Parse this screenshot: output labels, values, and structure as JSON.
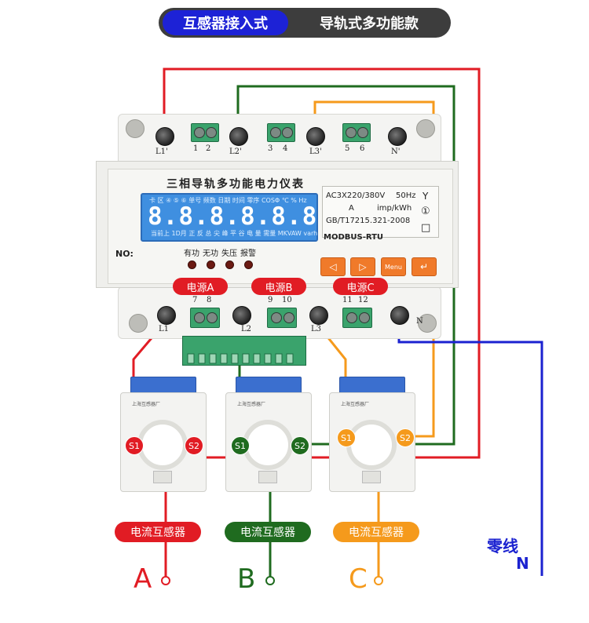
{
  "header": {
    "tab_active": "互感器接入式",
    "tab_inactive": "导轨式多功能款"
  },
  "meter": {
    "title": "三相导轨多功能电力仪表",
    "lcd_top_text": "卡 区 ④ ⑤ ⑥ 单号 频数 日期 时间 零序 COSΦ ℃ % Hz",
    "lcd_digits": "8.8.8.8.8.8.8.8",
    "lcd_bottom_text": "当前上 1D月 正 反 总 尖 峰 平 谷 电 量 需量 MKVAW varh",
    "spec_line1_left": "AC3X220/380V",
    "spec_line1_right": "50Hz",
    "spec_line2_left": "A",
    "spec_line2_right": "imp/kWh",
    "spec_line3": "GB/T17215.321-2008",
    "spec_line4": "MODBUS-RTU",
    "spec_symbol_1": "Y",
    "spec_symbol_2": "①",
    "spec_symbol_3": "□",
    "no_label": "NO:",
    "leds": [
      "有功",
      "无功",
      "失压",
      "报警"
    ],
    "buttons": [
      "◁",
      "▷",
      "Menu",
      "↵"
    ],
    "top_terminals": [
      "L1'",
      "1",
      "2",
      "L2'",
      "3",
      "4",
      "L3'",
      "5",
      "6",
      "N'"
    ],
    "bottom_terminals": [
      "L1",
      "7",
      "8",
      "L2",
      "9",
      "10",
      "L3",
      "11",
      "12",
      "N"
    ],
    "source_labels": [
      "电源A",
      "电源B",
      "电源C"
    ]
  },
  "cts": [
    {
      "s1": "S1",
      "s2": "S2",
      "label": "电流互感器",
      "phase": "A",
      "color": "#e11c24",
      "nameplate": "上海互感器厂"
    },
    {
      "s1": "S1",
      "s2": "S2",
      "label": "电流互感器",
      "phase": "B",
      "color": "#1f6b1f",
      "nameplate": "上海互感器厂"
    },
    {
      "s1": "S1",
      "s2": "S2",
      "label": "电流互感器",
      "phase": "C",
      "color": "#f59a1c",
      "nameplate": "上海互感器厂"
    }
  ],
  "neutral": {
    "label": "零线",
    "letter": "N",
    "color": "#1b22d0"
  },
  "colors": {
    "red": "#e11c24",
    "green": "#1f6b1f",
    "orange": "#f59a1c",
    "blue": "#1b22d0"
  }
}
